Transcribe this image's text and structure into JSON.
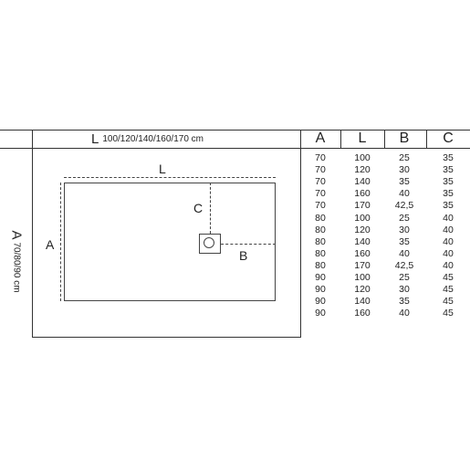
{
  "diagram": {
    "length_label": {
      "letter": "L",
      "values": "100/120/140/160/170 cm"
    },
    "width_label": {
      "letter": "A",
      "values": "70/80/90 cm"
    },
    "dims": {
      "L": "L",
      "A": "A",
      "B": "B",
      "C": "C"
    }
  },
  "table": {
    "headers": [
      "A",
      "L",
      "B",
      "C"
    ],
    "rows": [
      [
        "70",
        "100",
        "25",
        "35"
      ],
      [
        "70",
        "120",
        "30",
        "35"
      ],
      [
        "70",
        "140",
        "35",
        "35"
      ],
      [
        "70",
        "160",
        "40",
        "35"
      ],
      [
        "70",
        "170",
        "42,5",
        "35"
      ],
      [
        "80",
        "100",
        "25",
        "40"
      ],
      [
        "80",
        "120",
        "30",
        "40"
      ],
      [
        "80",
        "140",
        "35",
        "40"
      ],
      [
        "80",
        "160",
        "40",
        "40"
      ],
      [
        "80",
        "170",
        "42,5",
        "40"
      ],
      [
        "90",
        "100",
        "25",
        "45"
      ],
      [
        "90",
        "120",
        "30",
        "45"
      ],
      [
        "90",
        "140",
        "35",
        "45"
      ],
      [
        "90",
        "160",
        "40",
        "45"
      ]
    ]
  }
}
